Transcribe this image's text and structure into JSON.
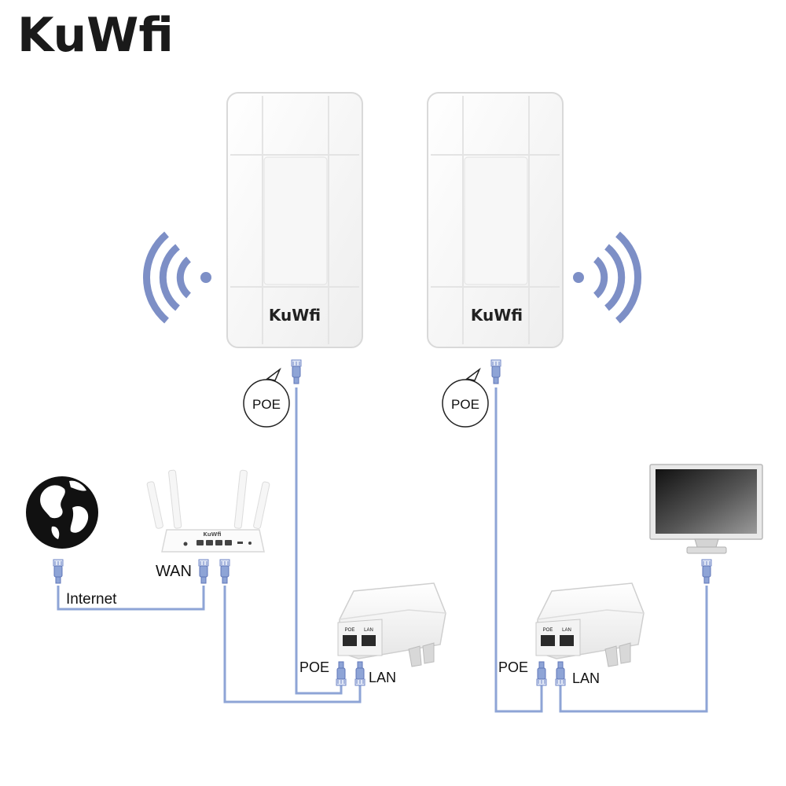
{
  "brand": {
    "logo_text": "KuWfi"
  },
  "cpe": [
    {
      "logo_text": "KuWfi",
      "cable_label": "POE"
    },
    {
      "logo_text": "KuWfi",
      "cable_label": "POE"
    }
  ],
  "router": {
    "logo_text": "KuWfi",
    "wan_label": "WAN"
  },
  "internet": {
    "label": "Internet"
  },
  "injectors": [
    {
      "poe_label": "POE",
      "lan_label": "LAN",
      "port_labels": [
        "POE",
        "LAN"
      ]
    },
    {
      "poe_label": "POE",
      "lan_label": "LAN",
      "port_labels": [
        "POE",
        "LAN"
      ]
    }
  ],
  "colors": {
    "cable": "#8ea4d6",
    "connector": "#6f86c6",
    "signal": "#7d8fc6",
    "logo": "#1a1a1a"
  },
  "icons": [
    "globe-icon",
    "wifi-signal-icon",
    "ethernet-connector-icon",
    "monitor-icon",
    "router-icon",
    "poe-injector-icon"
  ]
}
